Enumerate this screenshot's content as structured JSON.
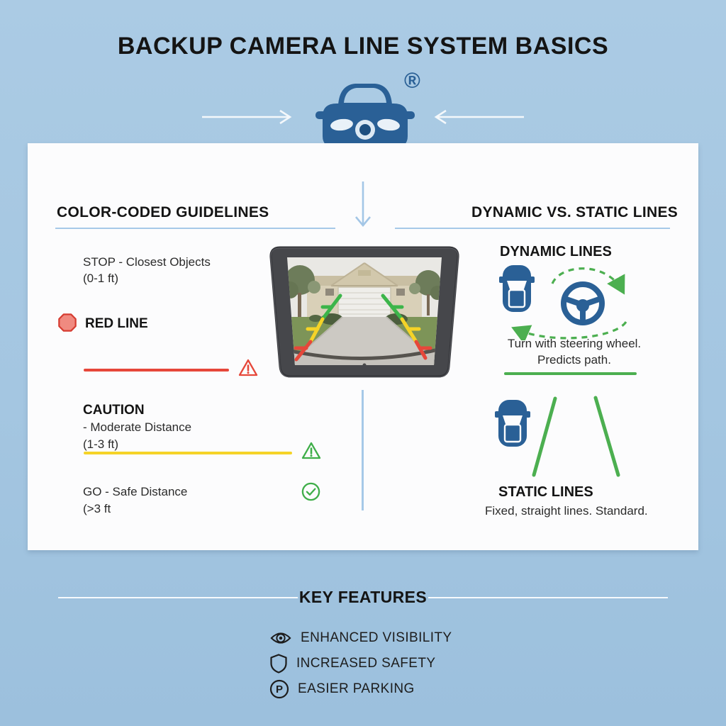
{
  "title": "BACKUP CAMERA LINE SYSTEM BASICS",
  "trademark": "®",
  "guidelines_section": {
    "heading": "COLOR-CODED GUIDELINES",
    "stop_line1": "STOP - Closest Objects",
    "stop_line2": "(0-1 ft)",
    "red_line_label": "RED LINE",
    "caution_label": "CAUTION",
    "caution_line1": "- Moderate Distance",
    "caution_line2": "(1-3 ft)",
    "go_line1": "GO - Safe Distance",
    "go_line2": "(>3 ft"
  },
  "lines_section": {
    "heading": "DYNAMIC VS. STATIC LINES",
    "dynamic_heading": "DYNAMIC LINES",
    "dynamic_desc1": "Turn with steering wheel.",
    "dynamic_desc2": "Predicts path.",
    "static_heading": "STATIC LINES",
    "static_desc": "Fixed, straight lines. Standard."
  },
  "key_features": {
    "heading": "KEY FEATURES",
    "parking_letter": "P",
    "items": [
      {
        "icon": "eye-icon",
        "label": "ENHANCED VISIBILITY"
      },
      {
        "icon": "shield-icon",
        "label": "INCREASED SAFETY"
      },
      {
        "icon": "parking-icon",
        "label": "EASIER PARKING"
      }
    ]
  },
  "colors": {
    "background": "#a4c6e1",
    "panel": "#fcfcfd",
    "accent_blue": "#2a6096",
    "divider_blue": "#a6c9e8",
    "red": "#e6473a",
    "yellow": "#f5d327",
    "green": "#4caf50",
    "text": "#1d1d1d"
  }
}
